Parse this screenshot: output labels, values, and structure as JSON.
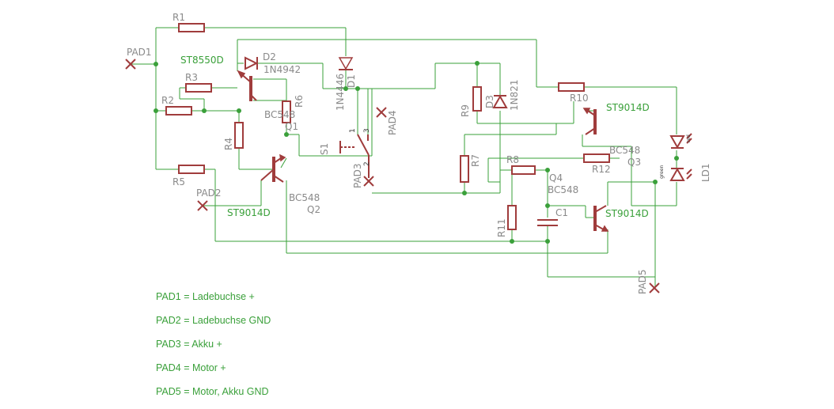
{
  "pads": {
    "pad1": "PAD1",
    "pad2": "PAD2",
    "pad3": "PAD3",
    "pad4": "PAD4",
    "pad5": "PAD5"
  },
  "resistors": {
    "r1": "R1",
    "r2": "R2",
    "r3": "R3",
    "r4": "R4",
    "r5": "R5",
    "r6": "R6",
    "r7": "R7",
    "r8": "R8",
    "r9": "R9",
    "r10": "R10",
    "r11": "R11",
    "r12": "R12"
  },
  "capacitor": {
    "c1": "C1"
  },
  "diodes": {
    "d1": "D1",
    "d1_value": "1N4446",
    "d2": "D2",
    "d2_value": "1N4942",
    "d3": "D3",
    "d3_value": "1N821"
  },
  "transistors": {
    "st8550d": "ST8550D",
    "q1": "Q1",
    "q1_value": "BC548",
    "q2": "Q2",
    "q2_value": "BC548",
    "q2_part": "ST9014D",
    "q3": "Q3",
    "q3_value": "BC548",
    "q3_part": "ST9014D",
    "q4": "Q4",
    "q4_value": "BC548",
    "q4_part": "ST9014D"
  },
  "switch": {
    "s1": "S1",
    "pin1": "1",
    "pin2": "2",
    "pin3": "3"
  },
  "led": {
    "ld1": "LD1",
    "red": "red",
    "green": "green"
  },
  "legend": [
    "PAD1 = Ladebuchse +",
    "PAD2 = Ladebuchse GND",
    "PAD3 = Akku +",
    "PAD4 = Motor +",
    "PAD5 = Motor, Akku GND"
  ],
  "colors": {
    "wire": "#3aa03a",
    "component": "#a03c3c",
    "label": "#8a8a8a"
  }
}
